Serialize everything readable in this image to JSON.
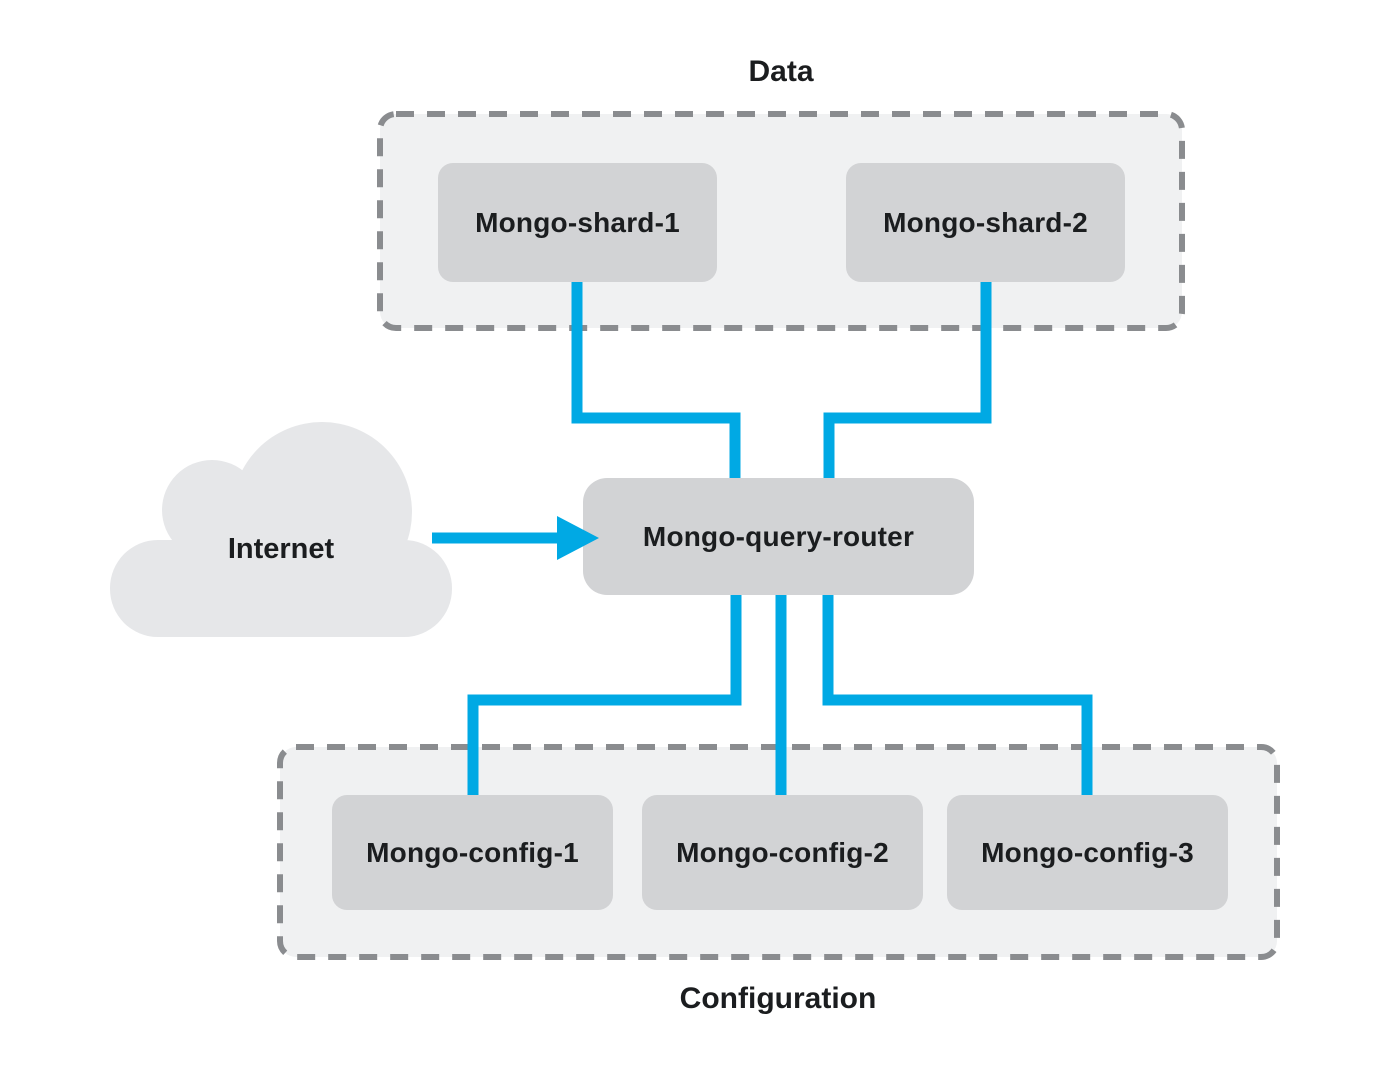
{
  "diagram": {
    "top_group_title": "Data",
    "bottom_group_title": "Configuration",
    "internet_label": "Internet",
    "node_labels": {
      "shard1": "Mongo-shard-1",
      "shard2": "Mongo-shard-2",
      "router": "Mongo-query-router",
      "config1": "Mongo-config-1",
      "config2": "Mongo-config-2",
      "config3": "Mongo-config-3"
    }
  },
  "colors": {
    "connector_blue": "#00a9e4",
    "node_fill": "#d2d3d5",
    "group_fill": "#f0f1f2",
    "group_border": "#8a8c8f",
    "cloud_fill": "#e6e7e9",
    "label_text": "#1b1d1f",
    "canvas_bg": "#ffffff"
  }
}
